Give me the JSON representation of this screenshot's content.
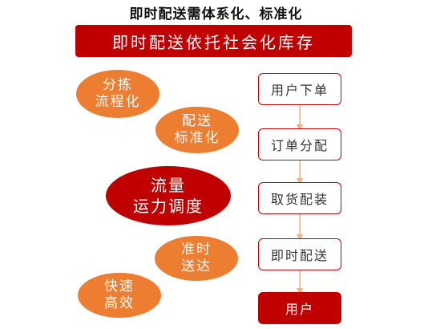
{
  "title": "即时配送需体系化、标准化",
  "banner": {
    "label": "即时配送依托社会化库存"
  },
  "ellipses": [
    {
      "line1": "分拣",
      "line2": "流程化"
    },
    {
      "line1": "配送",
      "line2": "标准化"
    },
    {
      "line1": "流量",
      "line2": "运力调度"
    },
    {
      "line1": "准时",
      "line2": "送达"
    },
    {
      "line1": "快速",
      "line2": "高效"
    }
  ],
  "steps": [
    {
      "label": "用户下单"
    },
    {
      "label": "订单分配"
    },
    {
      "label": "取货配装"
    },
    {
      "label": "即时配送"
    },
    {
      "label": "用户"
    }
  ],
  "colors": {
    "dark_red": "#c00000",
    "orange": "#ed7d31",
    "arrow": "#f4b183",
    "step_text": "#333333"
  }
}
